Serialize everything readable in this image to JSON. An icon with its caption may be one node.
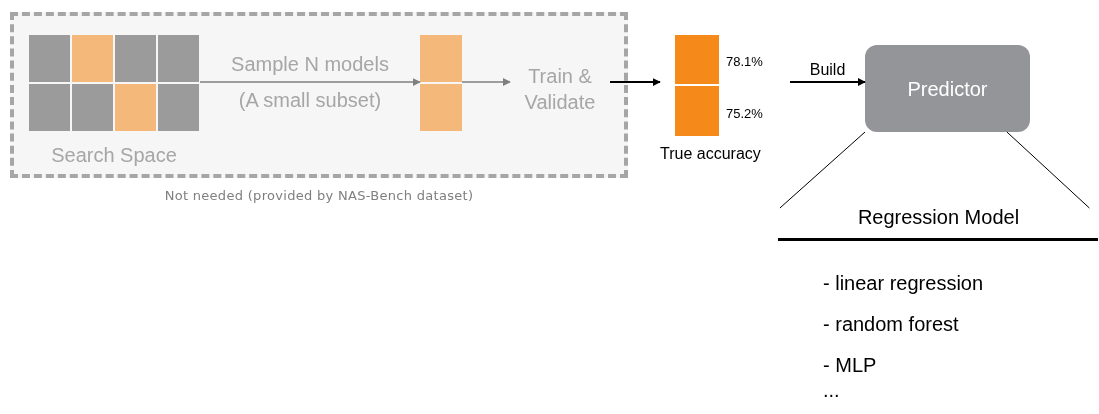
{
  "diagram": {
    "nodes": [
      {
        "text": [
          "Not needed (provided by NAS-Bench dataset)"
        ]
      },
      {
        "text": [
          "Search Space"
        ],
        "in": 0
      },
      {
        "text": [],
        "shape": "bar",
        "in": 0
      },
      {
        "text": [
          "Train & Validate"
        ],
        "in": 0
      },
      {
        "text": [
          "78.1%",
          "75.2%",
          "True accuracy"
        ]
      },
      {
        "text": [
          "Predictor"
        ]
      },
      {
        "text": [
          "Regression Model",
          "- linear regression",
          "- random forest",
          "- MLP",
          "..."
        ]
      }
    ],
    "edges": [
      {
        "from": 1,
        "to": 2,
        "arrow": "to",
        "label": "Sample N models (A small subset)",
        "color": "#7f7f7f"
      },
      {
        "from": 2,
        "to": 3,
        "arrow": "to",
        "color": "#7f7f7f"
      },
      {
        "from": 3,
        "to": 4,
        "arrow": "to"
      },
      {
        "from": 4,
        "to": 5,
        "arrow": "to",
        "label": "Build"
      },
      {
        "from": 5,
        "to": 6,
        "arrow": "none"
      },
      {
        "from": 5,
        "to": 6,
        "arrow": "none"
      }
    ]
  }
}
